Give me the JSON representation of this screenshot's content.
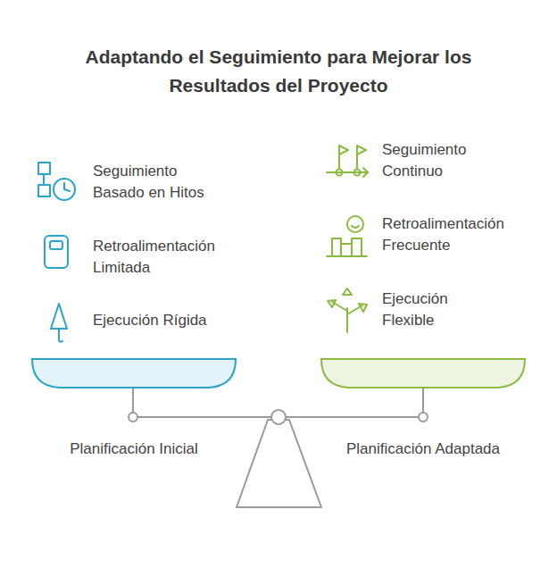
{
  "diagram": {
    "title": "Adaptando el Seguimiento para Mejorar los Resultados del Proyecto",
    "labels": [
      "Seguimiento Basado en Hitos",
      "Retroalimentación Limitada",
      "Ejecución Rígida",
      "Seguimiento Continuo",
      "Retroalimentación Frecuente",
      "Ejecución Flexible",
      "Planificación Inicial",
      "Planificación Adaptada"
    ]
  }
}
